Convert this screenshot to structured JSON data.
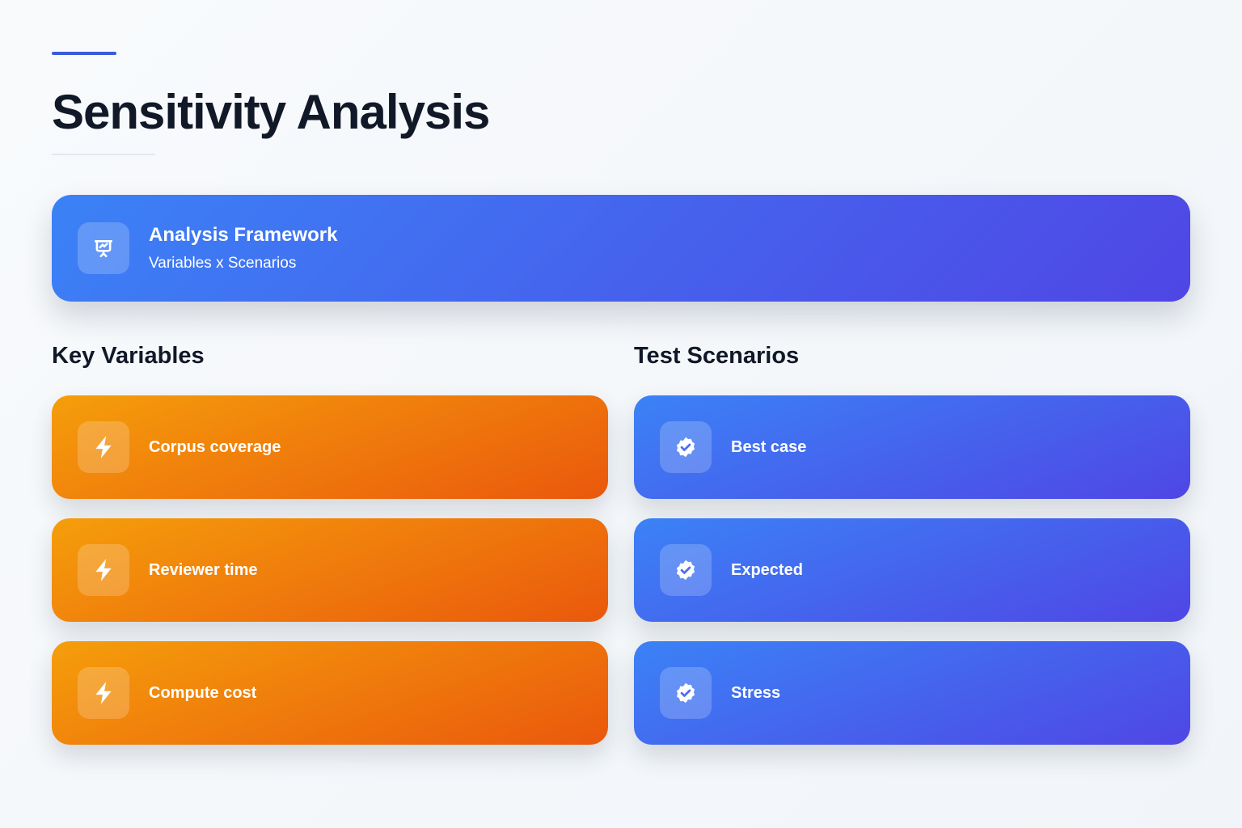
{
  "page": {
    "title": "Sensitivity Analysis"
  },
  "banner": {
    "title": "Analysis Framework",
    "subtitle": "Variables x Scenarios",
    "icon": "presentation-chart-icon"
  },
  "variables": {
    "heading": "Key Variables",
    "icon": "bolt-icon",
    "items": [
      {
        "label": "Corpus coverage"
      },
      {
        "label": "Reviewer time"
      },
      {
        "label": "Compute cost"
      }
    ]
  },
  "scenarios": {
    "heading": "Test Scenarios",
    "icon": "badge-check-icon",
    "items": [
      {
        "label": "Best case"
      },
      {
        "label": "Expected"
      },
      {
        "label": "Stress"
      }
    ]
  },
  "colors": {
    "accent": "#3b5bdb",
    "blue_start": "#3b82f6",
    "blue_end": "#4f46e5",
    "orange_start": "#f59e0b",
    "orange_end": "#ea580c"
  }
}
